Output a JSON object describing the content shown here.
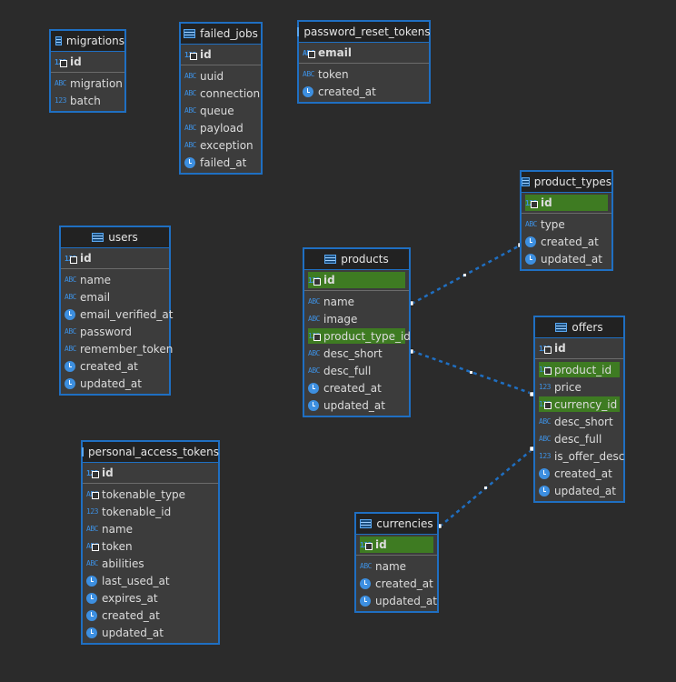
{
  "icons": {
    "table": "table-icon",
    "numeric": "numeric-type-icon",
    "text": "text-type-icon",
    "datetime": "clock-icon",
    "key": "key-icon"
  },
  "type_glyphs": {
    "num": "123",
    "str": "ABC"
  },
  "tables": {
    "migrations": {
      "title": "migrations",
      "pk": "id",
      "cols": [
        "migration",
        "batch"
      ]
    },
    "failed_jobs": {
      "title": "failed_jobs",
      "pk": "id",
      "cols": [
        "uuid",
        "connection",
        "queue",
        "payload",
        "exception",
        "failed_at"
      ]
    },
    "password_reset_tokens": {
      "title": "password_reset_tokens",
      "pk": "email",
      "cols": [
        "token",
        "created_at"
      ]
    },
    "product_types": {
      "title": "product_types",
      "pk": "id",
      "cols": [
        "type",
        "created_at",
        "updated_at"
      ]
    },
    "users": {
      "title": "users",
      "pk": "id",
      "cols": [
        "name",
        "email",
        "email_verified_at",
        "password",
        "remember_token",
        "created_at",
        "updated_at"
      ]
    },
    "products": {
      "title": "products",
      "pk": "id",
      "cols": [
        "name",
        "image",
        "product_type_id",
        "desc_short",
        "desc_full",
        "created_at",
        "updated_at"
      ]
    },
    "offers": {
      "title": "offers",
      "pk": "id",
      "cols": [
        "product_id",
        "price",
        "currency_id",
        "desc_short",
        "desc_full",
        "is_offer_desc",
        "created_at",
        "updated_at"
      ]
    },
    "personal_access_tokens": {
      "title": "personal_access_tokens",
      "pk": "id",
      "cols": [
        "tokenable_type",
        "tokenable_id",
        "name",
        "token",
        "abilities",
        "last_used_at",
        "expires_at",
        "created_at",
        "updated_at"
      ]
    },
    "currencies": {
      "title": "currencies",
      "pk": "id",
      "cols": [
        "name",
        "created_at",
        "updated_at"
      ]
    }
  },
  "relations": [
    {
      "from": "products.product_type_id",
      "to": "product_types.id"
    },
    {
      "from": "offers.product_id",
      "to": "products.id"
    },
    {
      "from": "offers.currency_id",
      "to": "currencies.id"
    }
  ],
  "colors": {
    "background": "#2b2b2b",
    "border": "#1f6fc2",
    "fk_highlight": "#3e7b22",
    "link": "#1f6fc2"
  }
}
